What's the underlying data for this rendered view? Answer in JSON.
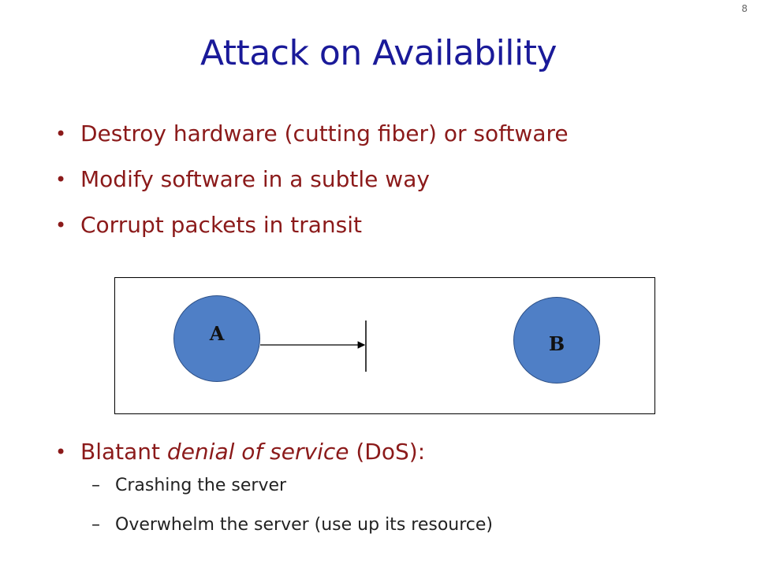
{
  "slide": {
    "page_number": "8",
    "title": "Attack on Availability",
    "bullets": [
      "Destroy hardware (cutting fiber) or software",
      "Modify software in a subtle way",
      "Corrupt packets in transit"
    ],
    "dos_bullet": {
      "prefix": "Blatant ",
      "emphasis": "denial of service",
      "suffix": " (DoS):"
    },
    "sub_bullets": [
      "Crashing the server",
      "Overwhelm the server (use up its resource)"
    ],
    "diagram": {
      "node_a": "A",
      "node_b": "B"
    }
  },
  "colors": {
    "title": "#1a1a99",
    "bullet_text": "#8b1a1a",
    "node_fill": "#4f7fc6"
  }
}
